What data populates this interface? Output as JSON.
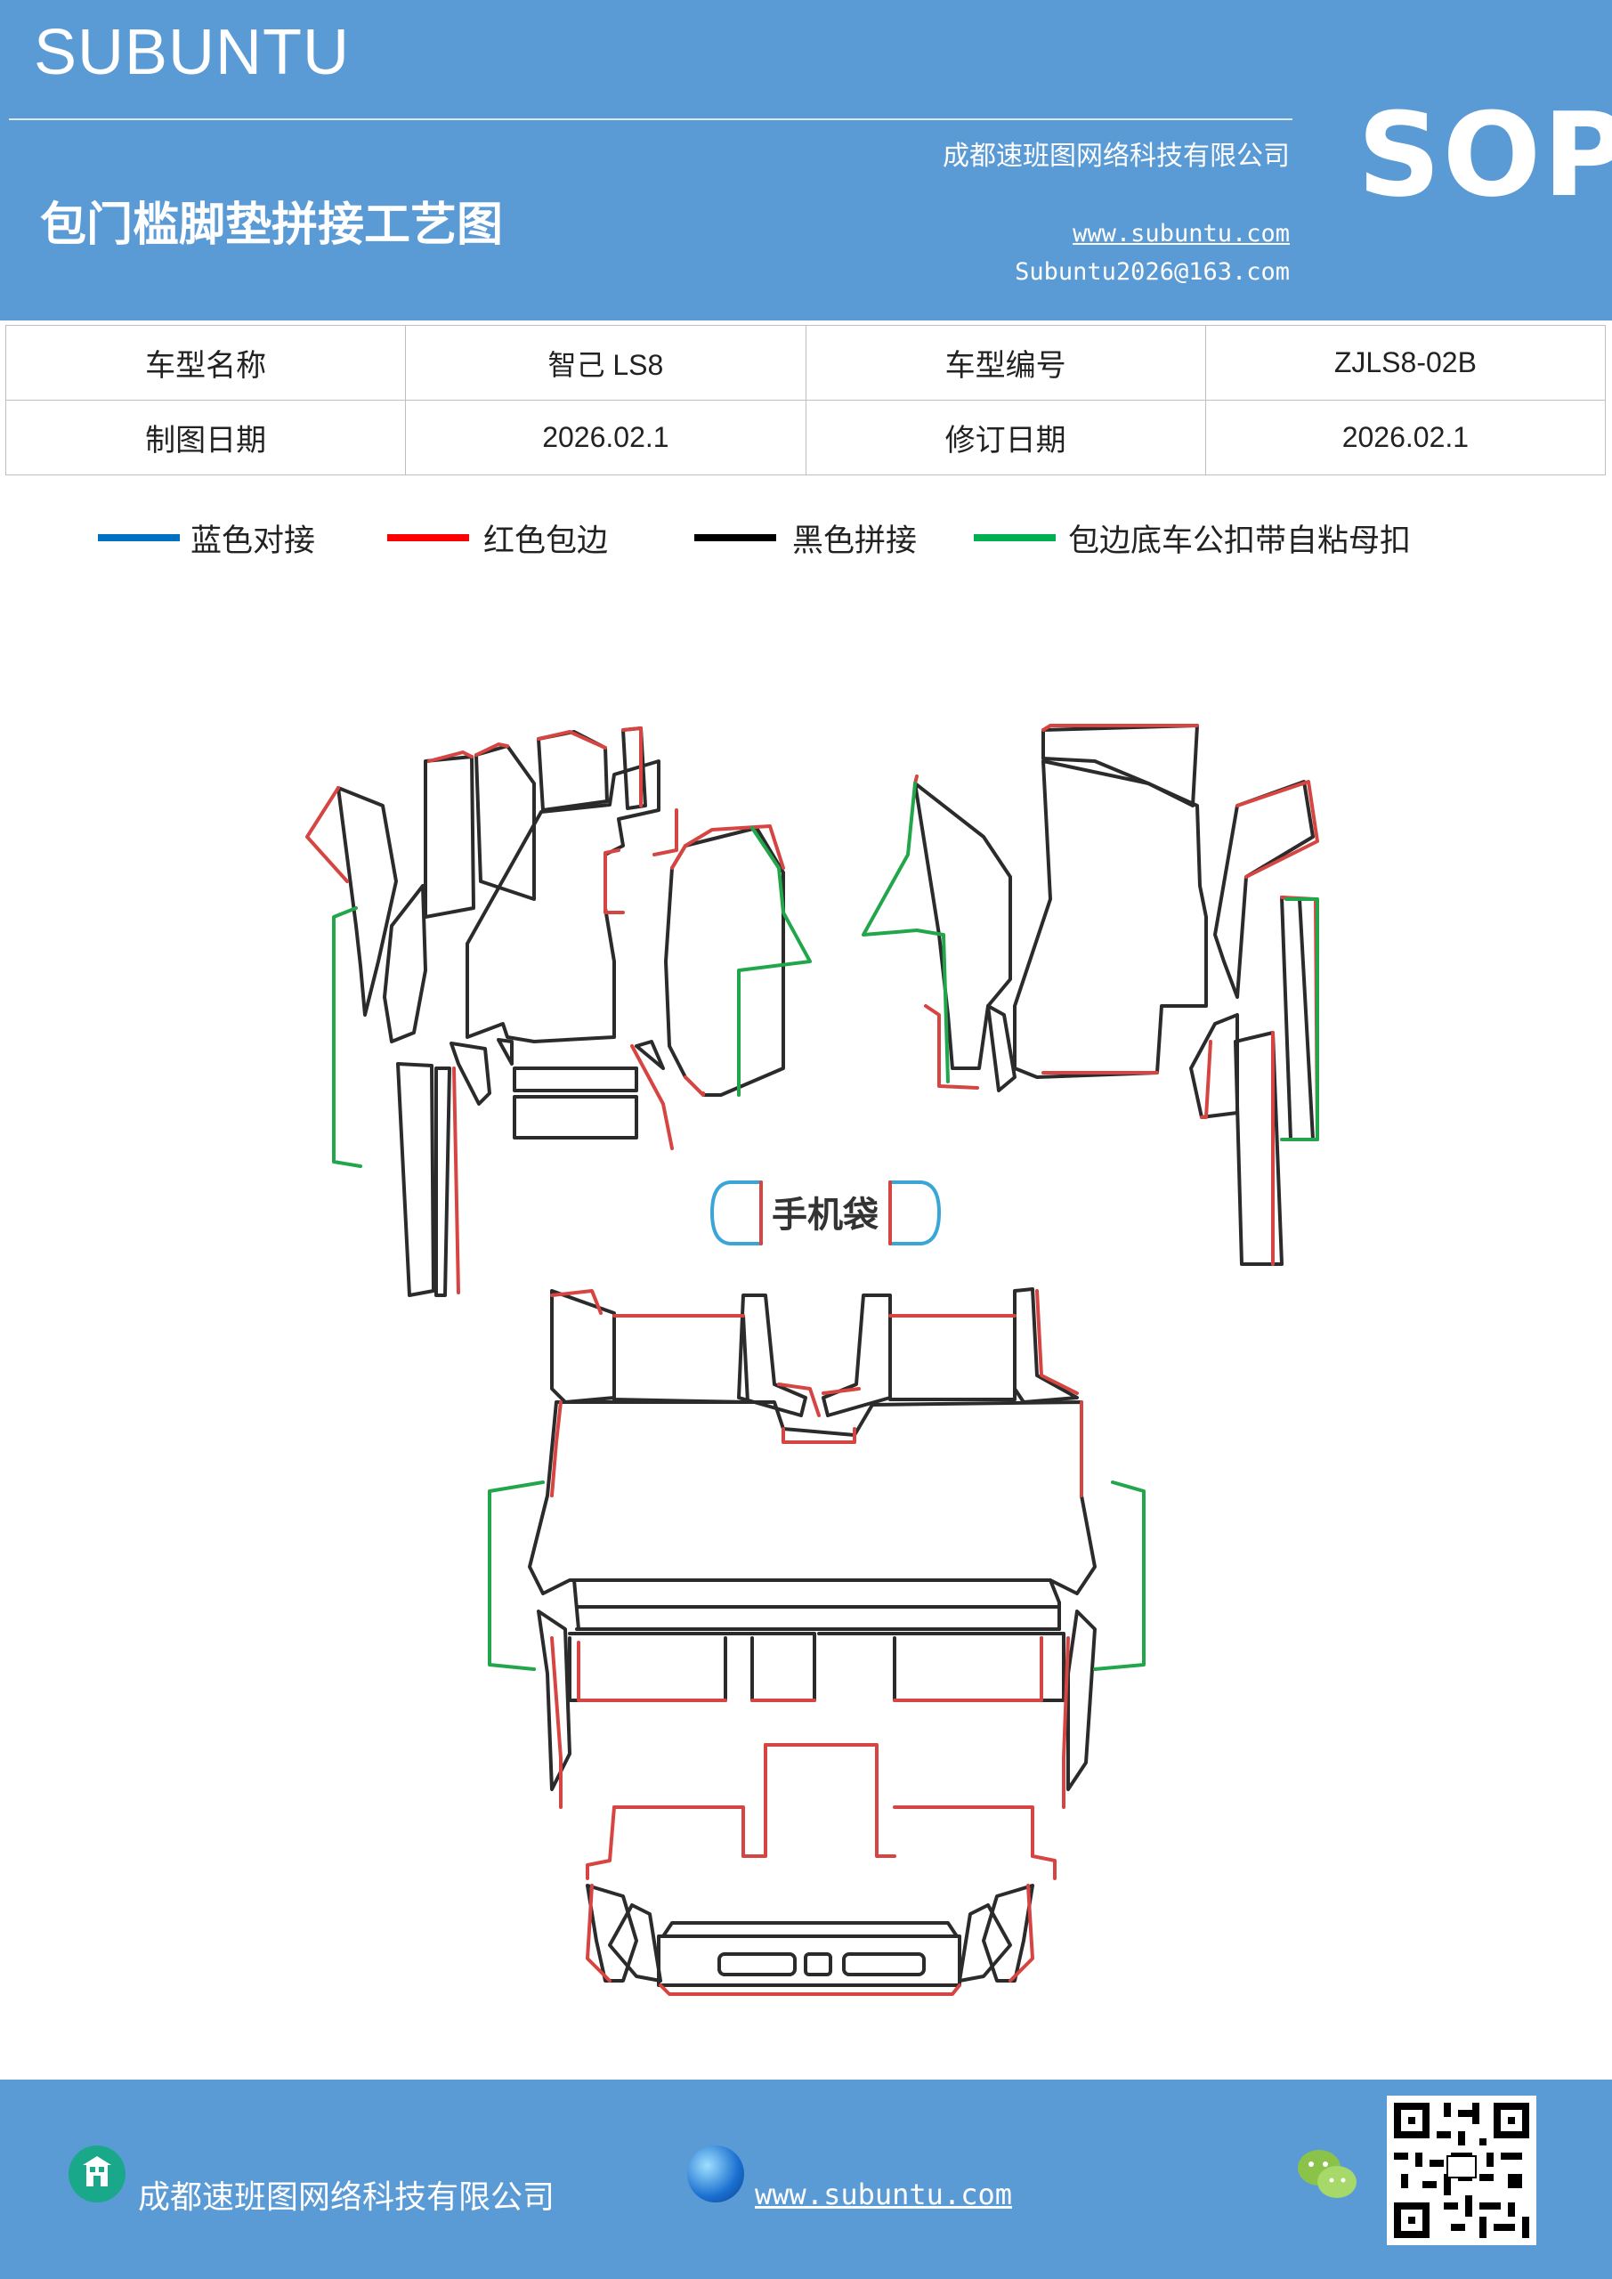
{
  "header": {
    "brand": "SUBUNTU",
    "title": "包门槛脚垫拼接工艺图",
    "company": "成都速班图网络科技有限公司",
    "website": "www.subuntu.com",
    "email": "Subuntu2026@163.com",
    "badge": "SOP"
  },
  "info_table": {
    "row1": {
      "label1": "车型名称",
      "value1": "智己 LS8",
      "label2": "车型编号",
      "value2": "ZJLS8-02B"
    },
    "row2": {
      "label1": "制图日期",
      "value1": "2026.02.1",
      "label2": "修订日期",
      "value2": "2026.02.1"
    }
  },
  "legend": [
    {
      "label": "蓝色对接",
      "color": "#0070c0"
    },
    {
      "label": "红色包边",
      "color": "#ff0000"
    },
    {
      "label": "黑色拼接",
      "color": "#000000"
    },
    {
      "label": "包边底车公扣带自粘母扣",
      "color": "#00b050"
    }
  ],
  "diagram": {
    "phone_pocket_label": "手机袋",
    "colors": {
      "outline": "#2b2b2b",
      "edge_red": "#d64541",
      "edge_green": "#22a64b",
      "edge_blue": "#3aa6d8"
    }
  },
  "footer": {
    "company": "成都速班图网络科技有限公司",
    "website": "www.subuntu.com",
    "building_icon": "building-icon",
    "globe_icon": "globe-icon",
    "wechat_icon": "wechat-icon",
    "qr": "qr-code"
  }
}
